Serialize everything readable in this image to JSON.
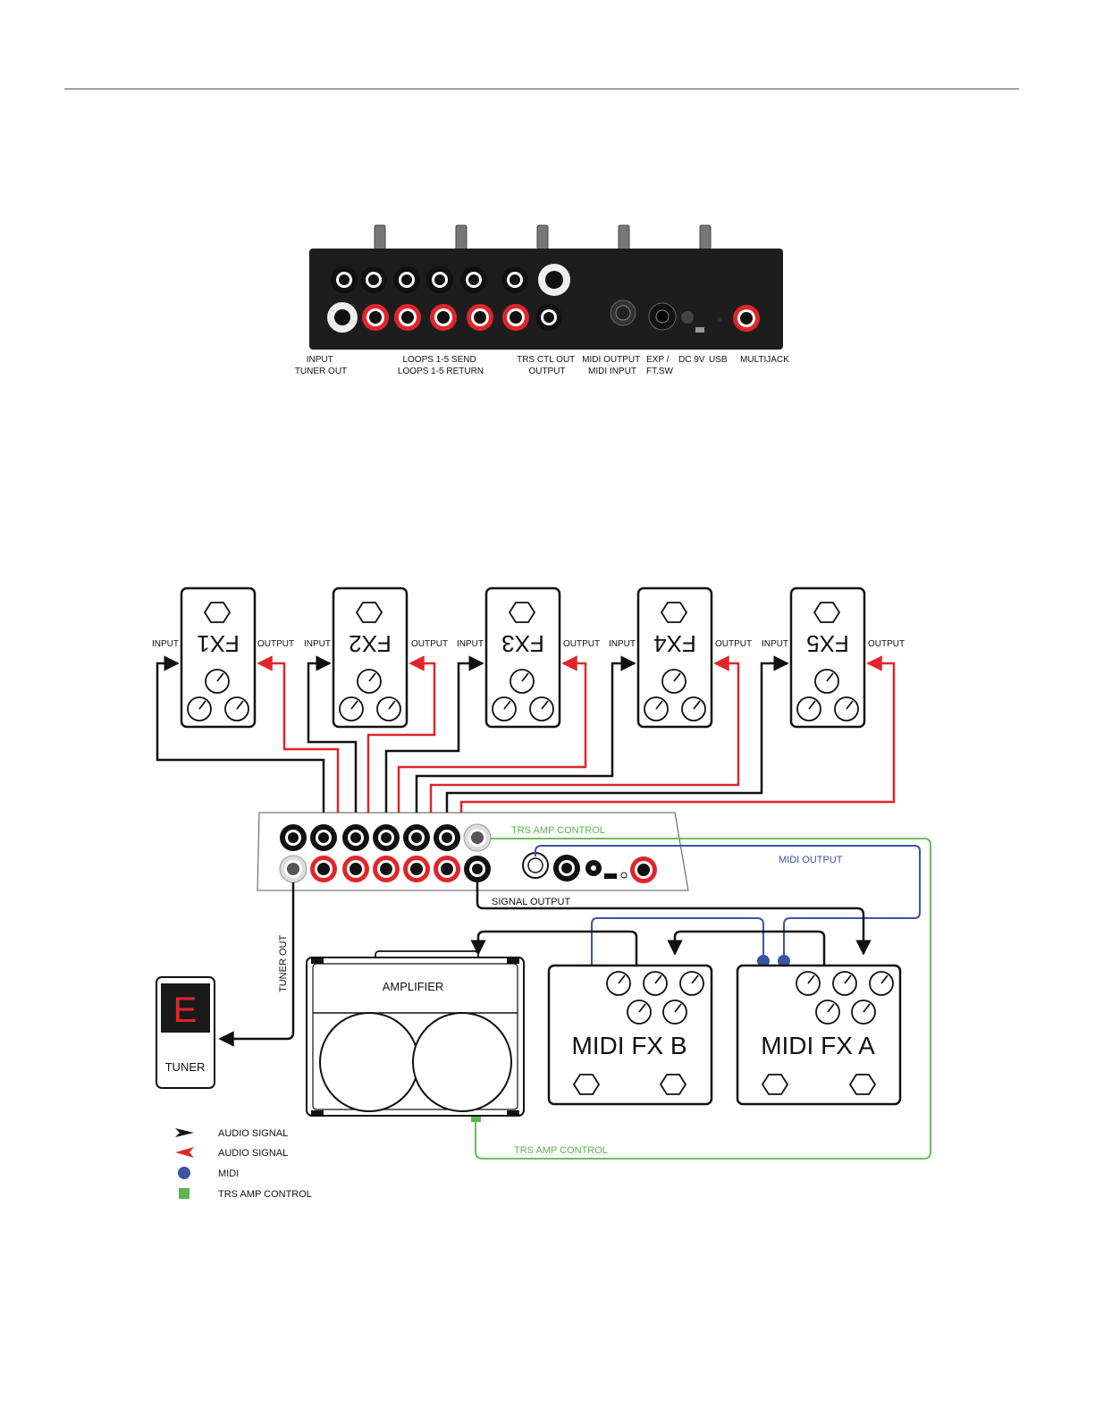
{
  "colors": {
    "audio_send": "#111111",
    "audio_return": "#e0262b",
    "midi": "#3b55a3",
    "trs": "#5ab54b",
    "tuner_display": "#1a1a1a",
    "tuner_letter": "#e0262b"
  },
  "photo_labels": [
    {
      "line1": "INPUT",
      "line2": "TUNER OUT"
    },
    {
      "line1": "LOOPS 1-5 SEND",
      "line2": "LOOPS 1-5 RETURN"
    },
    {
      "line1": "TRS CTL OUT",
      "line2": "OUTPUT"
    },
    {
      "line1": "MIDI OUTPUT",
      "line2": "MIDI INPUT"
    },
    {
      "line1": "EXP /",
      "line2": "FT.SW"
    },
    {
      "line1": "DC 9V",
      "line2": ""
    },
    {
      "line1": "USB",
      "line2": ""
    },
    {
      "line1": "MULTIJACK",
      "line2": ""
    }
  ],
  "pedals": [
    {
      "name": "FX1",
      "input": "INPUT",
      "output": "OUTPUT"
    },
    {
      "name": "FX2",
      "input": "INPUT",
      "output": "OUTPUT"
    },
    {
      "name": "FX3",
      "input": "INPUT",
      "output": "OUTPUT"
    },
    {
      "name": "FX4",
      "input": "INPUT",
      "output": "OUTPUT"
    },
    {
      "name": "FX5",
      "input": "INPUT",
      "output": "OUTPUT"
    }
  ],
  "wiring_labels": {
    "trs_top": "TRS AMP CONTROL",
    "midi_output": "MIDI OUTPUT",
    "signal_output": "SIGNAL OUTPUT",
    "tuner_out": "TUNER OUT",
    "trs_bottom": "TRS AMP CONTROL"
  },
  "amplifier": {
    "label": "AMPLIFIER"
  },
  "tuner": {
    "note": "E",
    "label": "TUNER"
  },
  "midi_fx": [
    {
      "name": "MIDI FX B"
    },
    {
      "name": "MIDI FX A"
    }
  ],
  "legend": [
    {
      "symbol": "black-arrow",
      "label": "AUDIO SIGNAL"
    },
    {
      "symbol": "red-arrow",
      "label": "AUDIO SIGNAL"
    },
    {
      "symbol": "blue-dot",
      "label": "MIDI"
    },
    {
      "symbol": "green-square",
      "label": "TRS AMP CONTROL"
    }
  ]
}
